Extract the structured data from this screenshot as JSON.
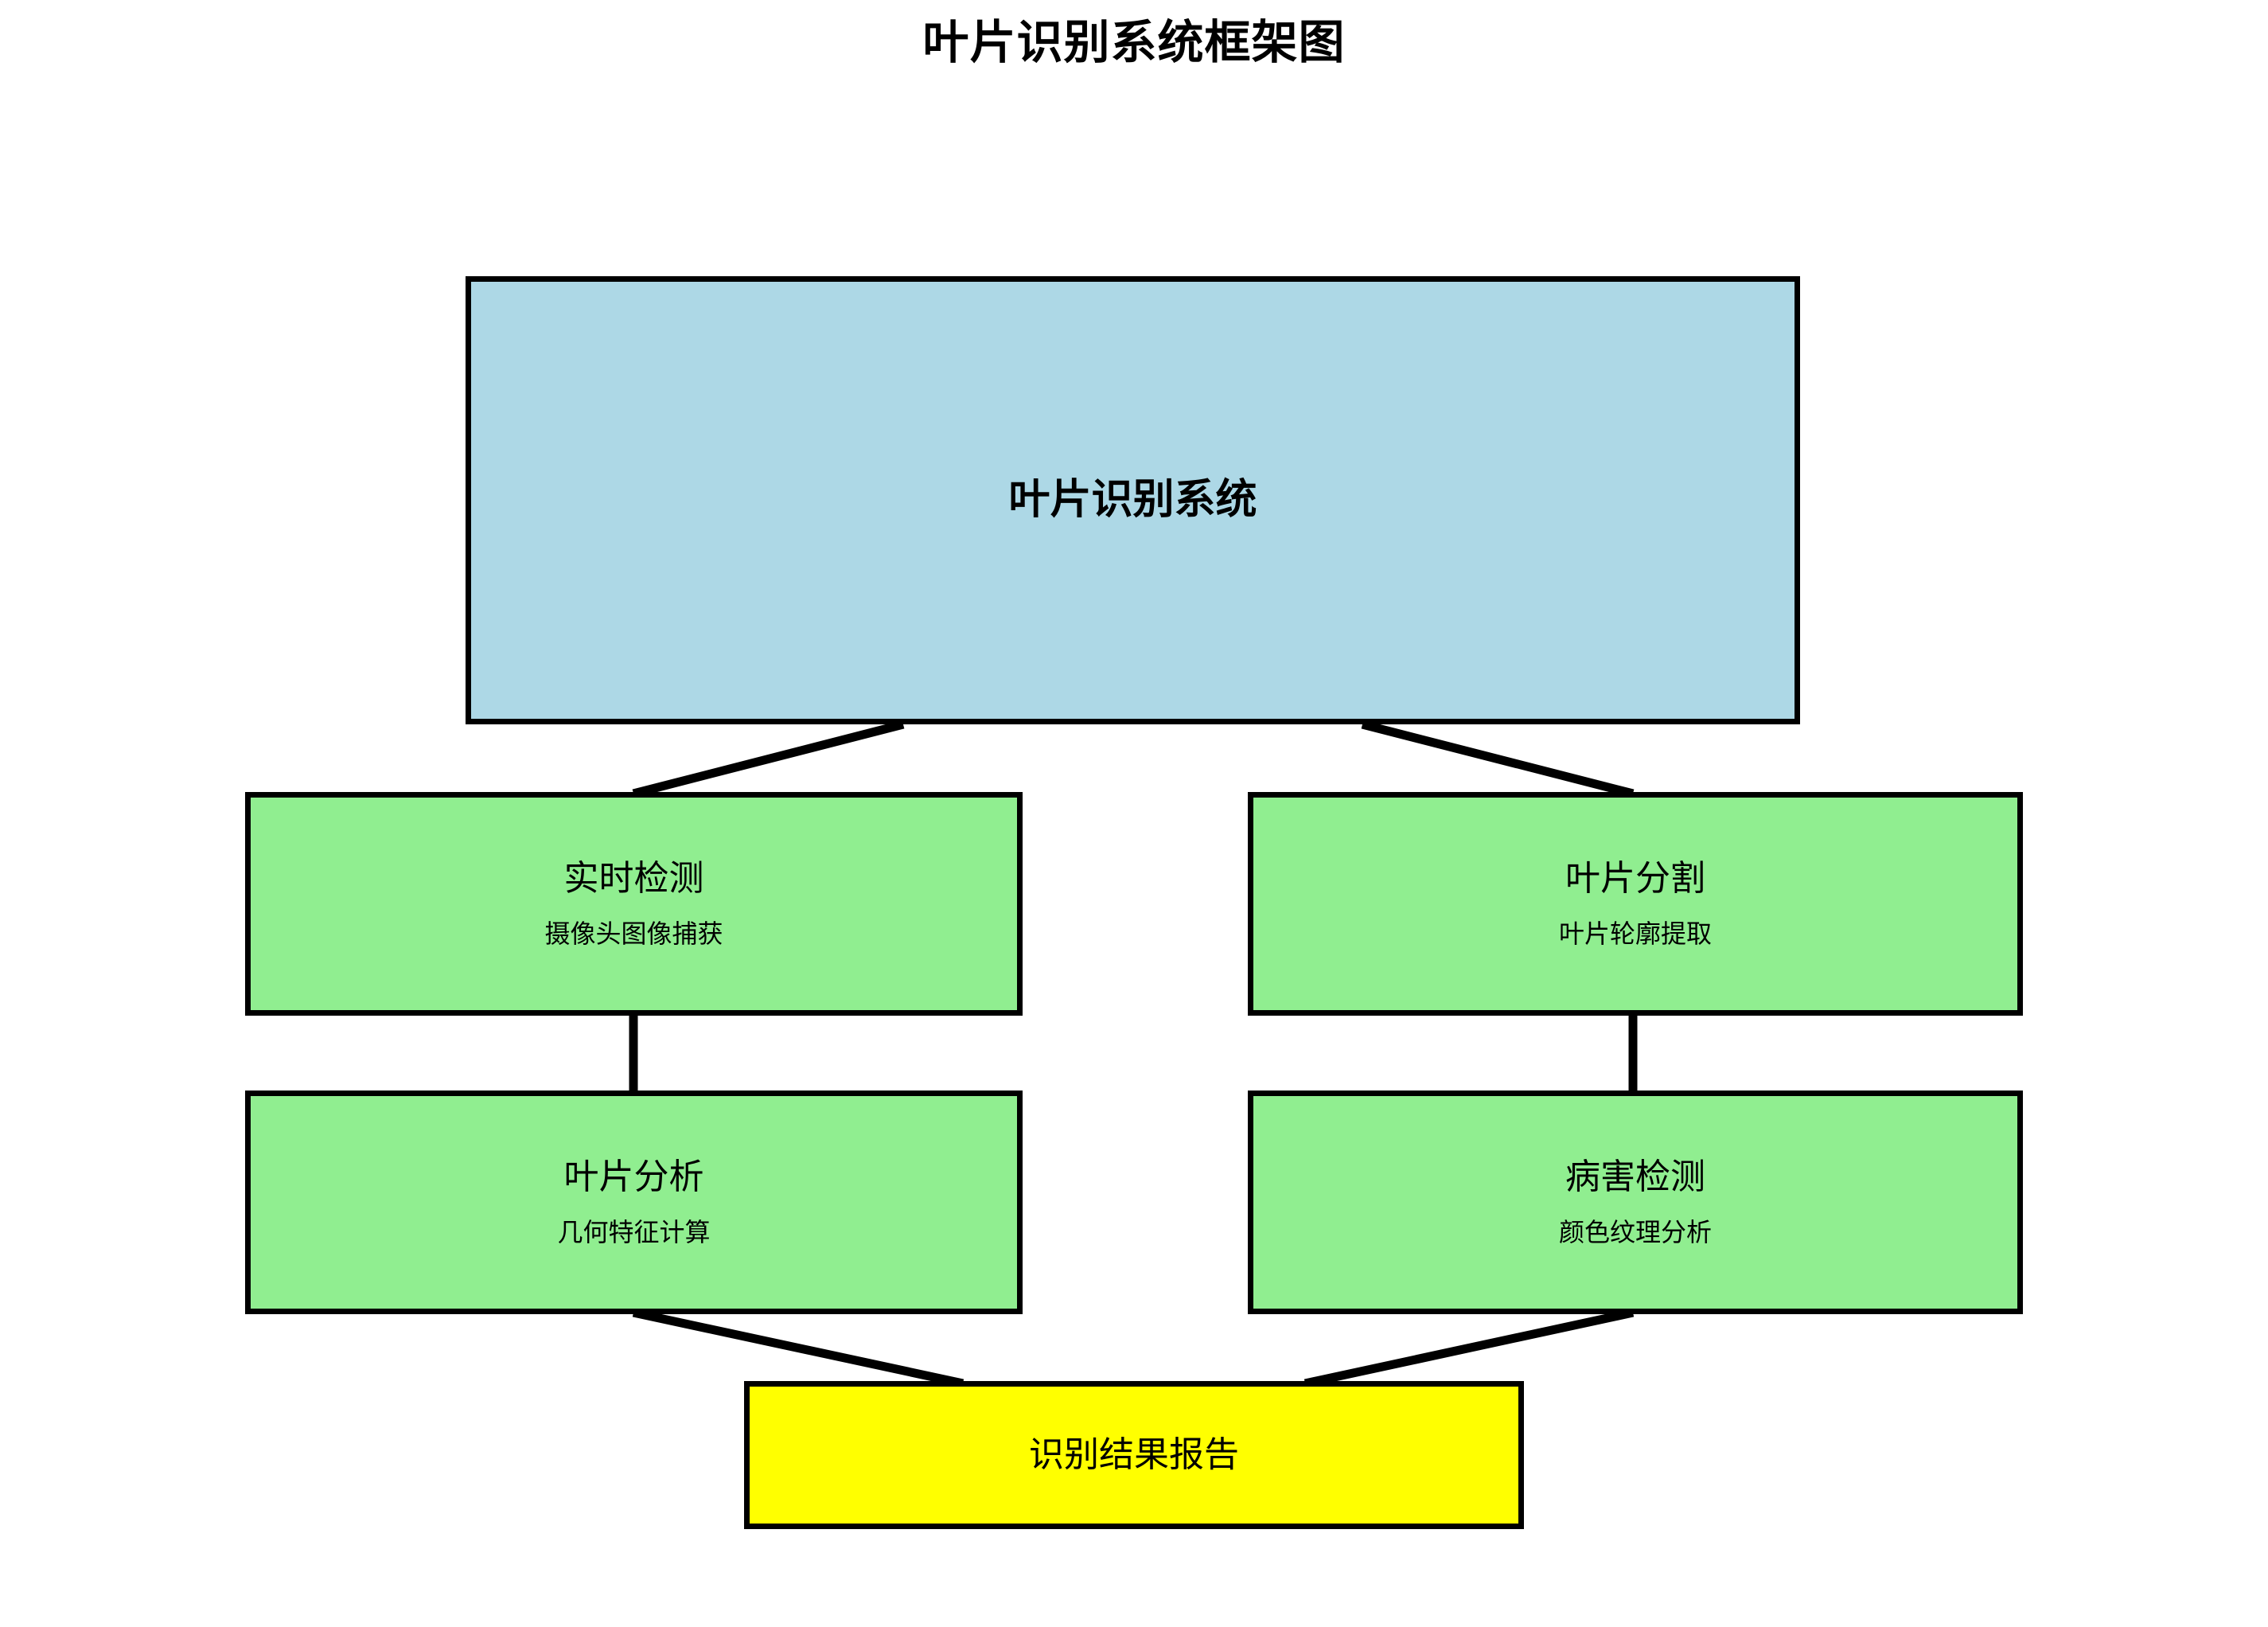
{
  "page": {
    "title": "叶片识别系统框架图",
    "background_color": "#ffffff"
  },
  "diagram": {
    "type": "flowchart",
    "edge_color": "#000000",
    "edge_width": 7,
    "nodes": [
      {
        "id": "root",
        "title": "叶片识别系统",
        "subtitle": "",
        "fill": "#add8e6",
        "border": "#000000"
      },
      {
        "id": "realtime",
        "title": "实时检测",
        "subtitle": "摄像头图像捕获",
        "fill": "#90ee90",
        "border": "#000000"
      },
      {
        "id": "segment",
        "title": "叶片分割",
        "subtitle": "叶片轮廓提取",
        "fill": "#90ee90",
        "border": "#000000"
      },
      {
        "id": "analysis",
        "title": "叶片分析",
        "subtitle": "几何特征计算",
        "fill": "#90ee90",
        "border": "#000000"
      },
      {
        "id": "disease",
        "title": "病害检测",
        "subtitle": "颜色纹理分析",
        "fill": "#90ee90",
        "border": "#000000"
      },
      {
        "id": "report",
        "title": "识别结果报告",
        "subtitle": "",
        "fill": "#ffff00",
        "border": "#000000"
      }
    ],
    "edges": [
      {
        "from": "root",
        "to": "realtime"
      },
      {
        "from": "root",
        "to": "segment"
      },
      {
        "from": "realtime",
        "to": "analysis"
      },
      {
        "from": "segment",
        "to": "disease"
      },
      {
        "from": "analysis",
        "to": "report"
      },
      {
        "from": "disease",
        "to": "report"
      }
    ]
  }
}
